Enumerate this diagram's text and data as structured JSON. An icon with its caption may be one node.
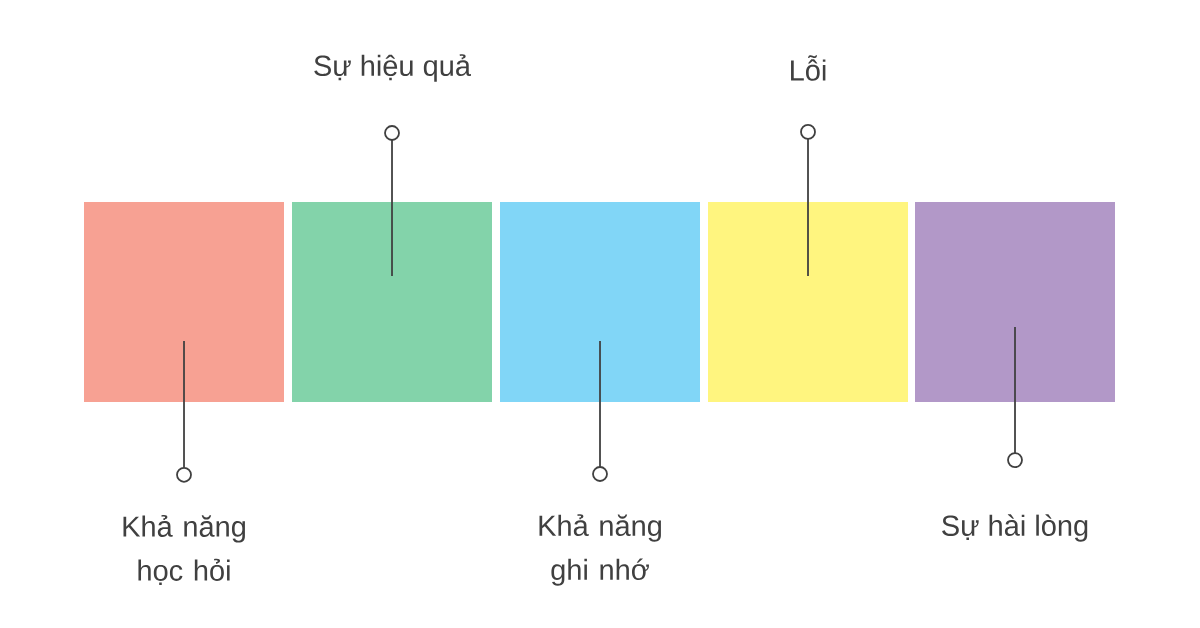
{
  "diagram": {
    "nodes": [
      {
        "text": [
          "Sự hiệu quả"
        ]
      },
      {
        "text": [
          "Lỗi"
        ]
      },
      {
        "text": [],
        "shape": "box"
      },
      {
        "text": [],
        "shape": "box"
      },
      {
        "text": [],
        "shape": "box"
      },
      {
        "text": [],
        "shape": "box"
      },
      {
        "text": [],
        "shape": "box"
      },
      {
        "text": [
          "Khả năng học hỏi"
        ]
      },
      {
        "text": [
          "Khả năng ghi nhớ"
        ]
      },
      {
        "text": [
          "Sự hài lòng"
        ]
      }
    ],
    "edges": [
      {
        "from": 7,
        "to": 2,
        "arrow": "other"
      },
      {
        "from": 0,
        "to": 3,
        "arrow": "other"
      },
      {
        "from": 8,
        "to": 4,
        "arrow": "other"
      },
      {
        "from": 1,
        "to": 5,
        "arrow": "other"
      },
      {
        "from": 9,
        "to": 6,
        "arrow": "other"
      }
    ]
  }
}
